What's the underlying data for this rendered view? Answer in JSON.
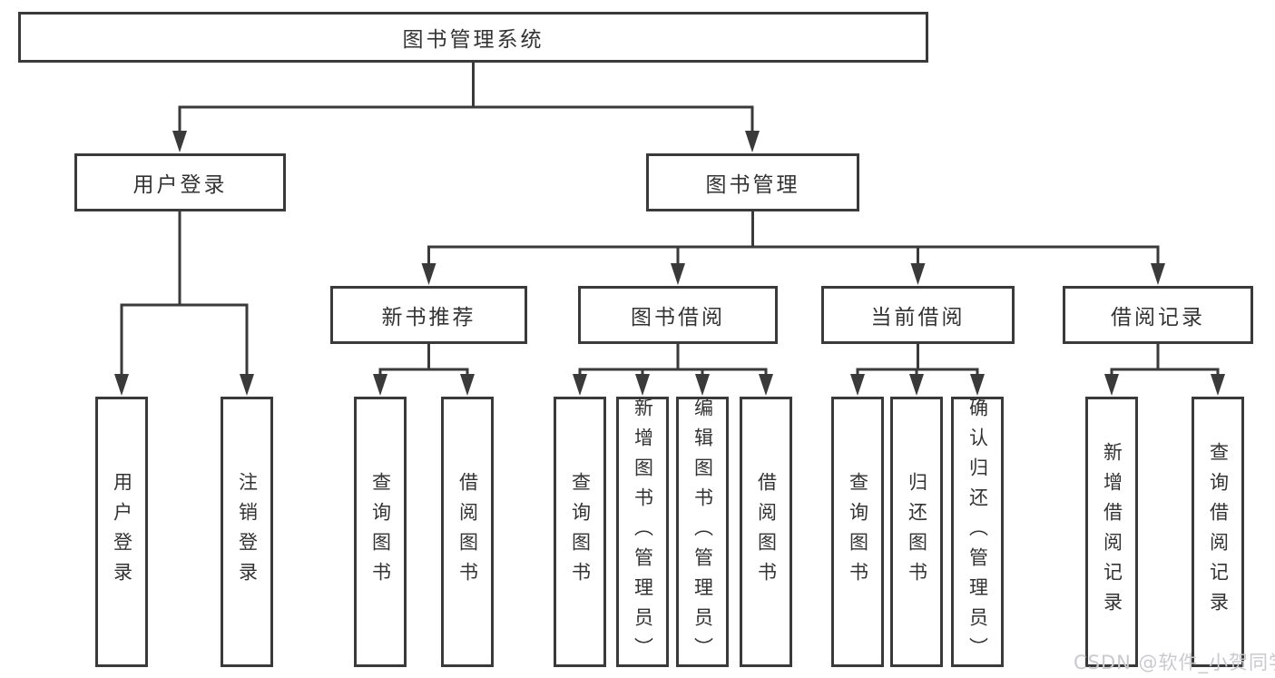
{
  "diagram": {
    "tree": {
      "root": "图书管理系统",
      "children": [
        {
          "label": "用户登录",
          "children": [
            "用户登录",
            "注销登录"
          ]
        },
        {
          "label": "图书管理",
          "children": [
            {
              "label": "新书推荐",
              "children": [
                "查询图书",
                "借阅图书"
              ]
            },
            {
              "label": "图书借阅",
              "children": [
                "查询图书",
                "新增图书（管理员）",
                "编辑图书（管理员）",
                "借阅图书"
              ]
            },
            {
              "label": "当前借阅",
              "children": [
                "查询图书",
                "归还图书",
                "确认归还（管理员）"
              ]
            },
            {
              "label": "借阅记录",
              "children": [
                "新增借阅记录",
                "查询借阅记录"
              ]
            }
          ]
        }
      ]
    }
  },
  "watermark": {
    "text": "CSDN @软件_小贺同学"
  },
  "colors": {
    "line": "#3a3a3a",
    "box_border": "#3a3a3a",
    "text": "#333333",
    "background": "#ffffff",
    "watermark": "#c9c9cf"
  }
}
